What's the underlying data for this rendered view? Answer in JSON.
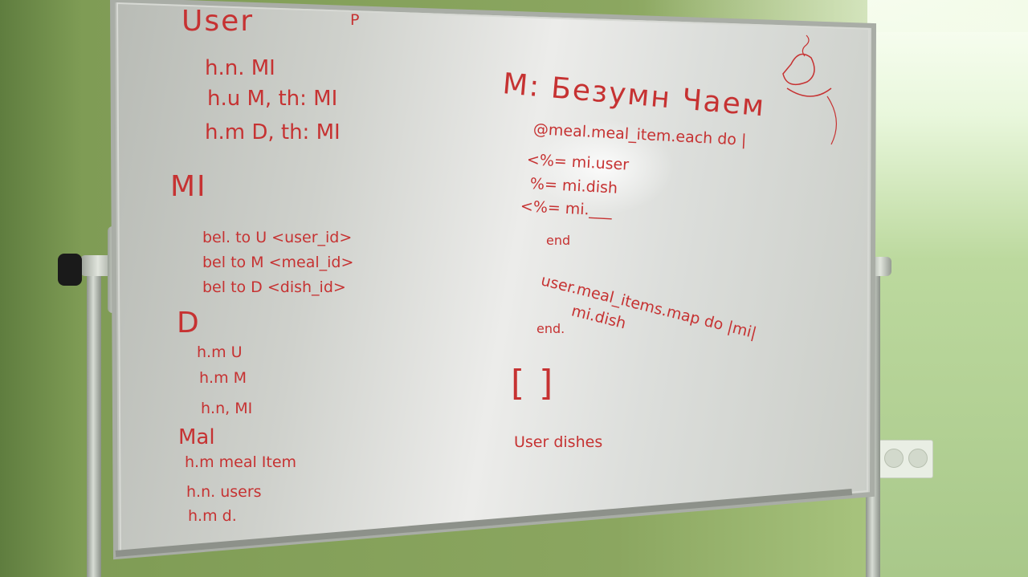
{
  "board": {
    "left_column": {
      "user_title": "User",
      "user_mark": "P",
      "user_lines": [
        "h.n.  MI",
        "h.u  M, th: MI",
        "h.m  D, th: MI"
      ],
      "mi_title": "MI",
      "mi_lines": [
        "bel. to U  <user_id>",
        "bel to M  <meal_id>",
        "bel to D  <dish_id>"
      ],
      "d_title": "D",
      "d_lines": [
        "h.m U",
        "h.m M",
        "h.n, MI"
      ],
      "meal_title": "Mal",
      "meal_lines": [
        "h.m  meal Item",
        "h.n. users",
        "h.m  d."
      ]
    },
    "right_column": {
      "heading": "M: Безумн Чаем",
      "code_lines": [
        "@meal.meal_item.each do |",
        "<%= mi.user",
        "%= mi.dish",
        "<%= mi.___"
      ],
      "end_line": "end",
      "map_line": "user.meal_items.map  do |mi|",
      "map_body": "mi.dish",
      "map_end": "end.",
      "array_label": "[     ]",
      "footer": "User dishes"
    }
  },
  "colors": {
    "marker": "#c63232",
    "board": "#e6e7e4",
    "wall": "#8ba660",
    "frame": "#a9ada6"
  }
}
